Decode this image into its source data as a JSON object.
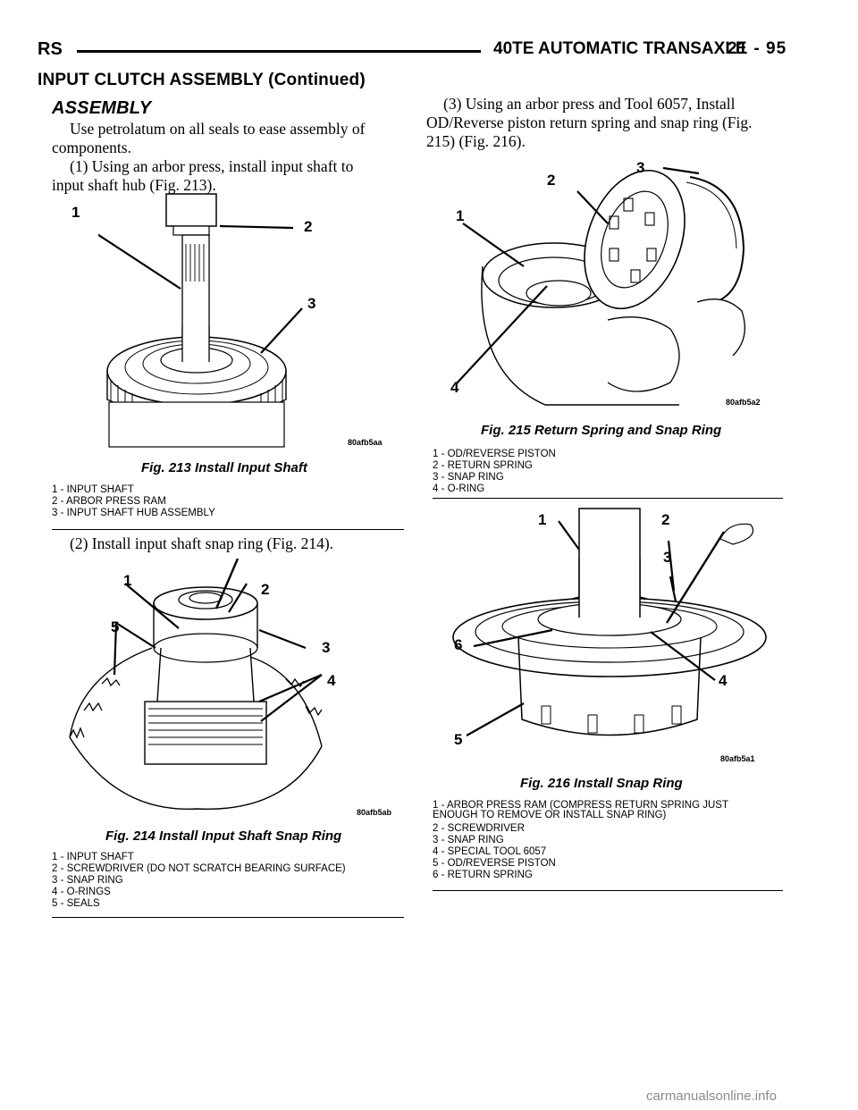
{
  "header": {
    "left": "RS",
    "title": "40TE AUTOMATIC TRANSAXLE",
    "page": "21 - 95"
  },
  "section_title": "INPUT CLUTCH ASSEMBLY (Continued)",
  "assembly": {
    "heading": "ASSEMBLY",
    "lines_left": [
      "Use petrolatum on all seals to ease assembly of",
      "components.",
      "(1) Using an arbor press, install input shaft to",
      "input shaft hub (Fig. 213)."
    ],
    "step2": "(2) Install input shaft snap ring (Fig. 214).",
    "lines_right": [
      "(3) Using an arbor press and Tool 6057, Install",
      "OD/Reverse piston return spring and snap ring (Fig.",
      "215) (Fig. 216)."
    ]
  },
  "figures": {
    "fig213": {
      "caption": "Fig. 213 Install Input Shaft",
      "code": "80afb5aa",
      "callouts": [
        "1",
        "2",
        "3"
      ],
      "legend": [
        "1 - INPUT SHAFT",
        "2 - ARBOR PRESS RAM",
        "3 - INPUT SHAFT HUB ASSEMBLY"
      ]
    },
    "fig214": {
      "caption": "Fig. 214 Install Input Shaft Snap Ring",
      "code": "80afb5ab",
      "callouts": [
        "1",
        "2",
        "3",
        "4",
        "5"
      ],
      "legend": [
        "1 - INPUT SHAFT",
        "2 - SCREWDRIVER (DO NOT SCRATCH BEARING SURFACE)",
        "3 - SNAP RING",
        "4 - O-RINGS",
        "5 - SEALS"
      ]
    },
    "fig215": {
      "caption": "Fig. 215 Return Spring and Snap Ring",
      "code": "80afb5a2",
      "callouts": [
        "1",
        "2",
        "3",
        "4"
      ],
      "legend": [
        "1 - OD/REVERSE PISTON",
        "2 - RETURN SPRING",
        "3 - SNAP RING",
        "4 - O-RING"
      ]
    },
    "fig216": {
      "caption": "Fig. 216 Install Snap Ring",
      "code": "80afb5a1",
      "callouts": [
        "1",
        "2",
        "3",
        "4",
        "5",
        "6"
      ],
      "legend": [
        "1 - ARBOR PRESS RAM (COMPRESS RETURN SPRING JUST",
        "ENOUGH TO REMOVE OR INSTALL SNAP RING)",
        "2 - SCREWDRIVER",
        "3 - SNAP RING",
        "4 - SPECIAL TOOL 6057",
        "5 - OD/REVERSE PISTON",
        "6 - RETURN SPRING"
      ]
    }
  },
  "watermark": "carmanualsonline.info"
}
